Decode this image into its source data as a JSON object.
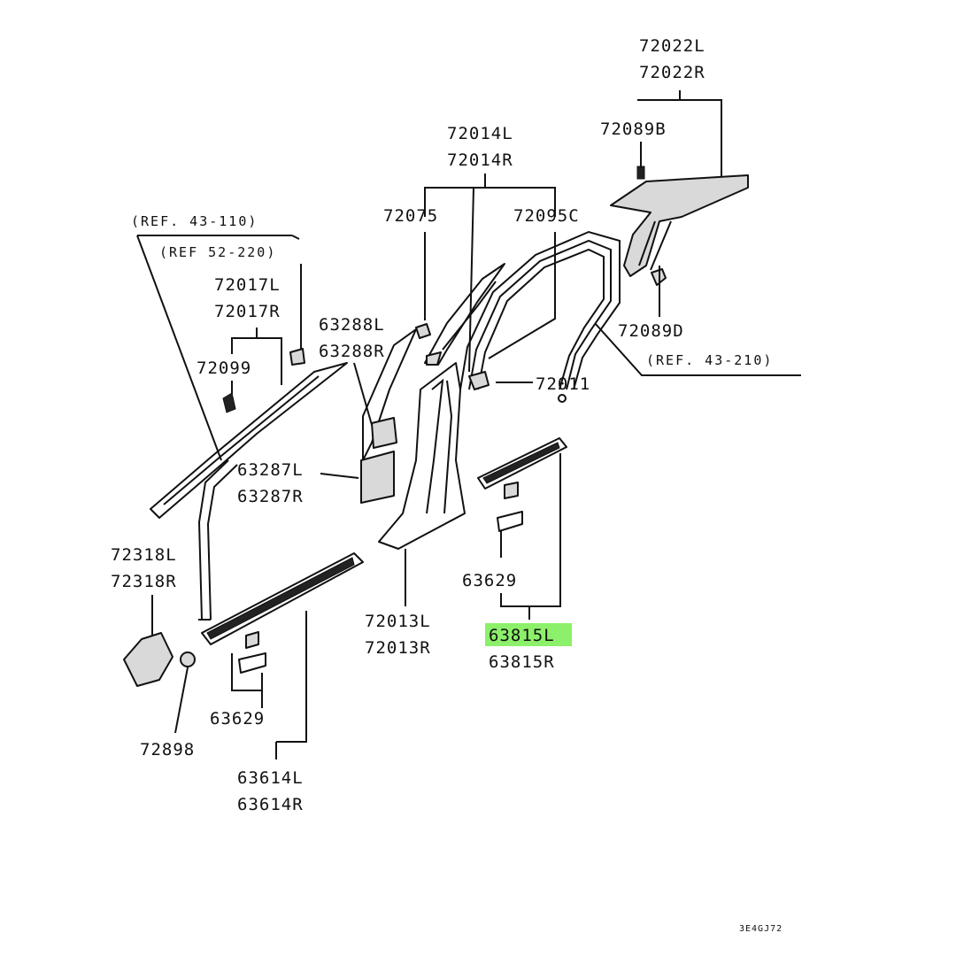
{
  "diagram": {
    "labels": {
      "l_72022L": "72022L",
      "l_72022R": "72022R",
      "l_72089B": "72089B",
      "l_72014L": "72014L",
      "l_72014R": "72014R",
      "l_72075": "72075",
      "l_72095C": "72095C",
      "l_ref43110": "(REF. 43-110)",
      "l_ref52220": "(REF 52-220)",
      "l_72017L": "72017L",
      "l_72017R": "72017R",
      "l_72099": "72099",
      "l_63288L": "63288L",
      "l_63288R": "63288R",
      "l_72089D": "72089D",
      "l_ref43210": "(REF. 43-210)",
      "l_72011": "72011",
      "l_63287L": "63287L",
      "l_63287R": "63287R",
      "l_72318L": "72318L",
      "l_72318R": "72318R",
      "l_63629a": "63629",
      "l_63815L": "63815L",
      "l_63815R": "63815R",
      "l_72013L": "72013L",
      "l_72013R": "72013R",
      "l_63629b": "63629",
      "l_72898": "72898",
      "l_63614L": "63614L",
      "l_63614R": "63614R",
      "l_code": "3E4GJ72"
    },
    "highlight_color": "#8cf06a"
  }
}
